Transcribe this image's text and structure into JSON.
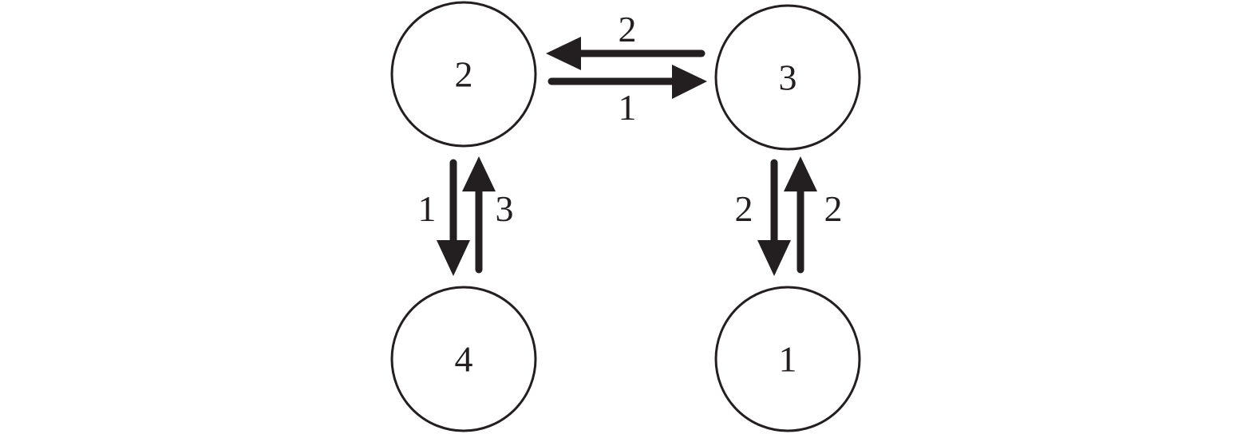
{
  "diagram": {
    "nodes": [
      {
        "id": "2",
        "label": "2"
      },
      {
        "id": "3",
        "label": "3"
      },
      {
        "id": "4",
        "label": "4"
      },
      {
        "id": "1",
        "label": "1"
      }
    ],
    "edges": [
      {
        "from": "3",
        "to": "2",
        "label": "2"
      },
      {
        "from": "2",
        "to": "3",
        "label": "1"
      },
      {
        "from": "2",
        "to": "4",
        "label": "1"
      },
      {
        "from": "4",
        "to": "2",
        "label": "3"
      },
      {
        "from": "3",
        "to": "1",
        "label": "2"
      },
      {
        "from": "1",
        "to": "3",
        "label": "2"
      }
    ],
    "colors": {
      "stroke": "#231f20",
      "background": "#ffffff"
    }
  }
}
